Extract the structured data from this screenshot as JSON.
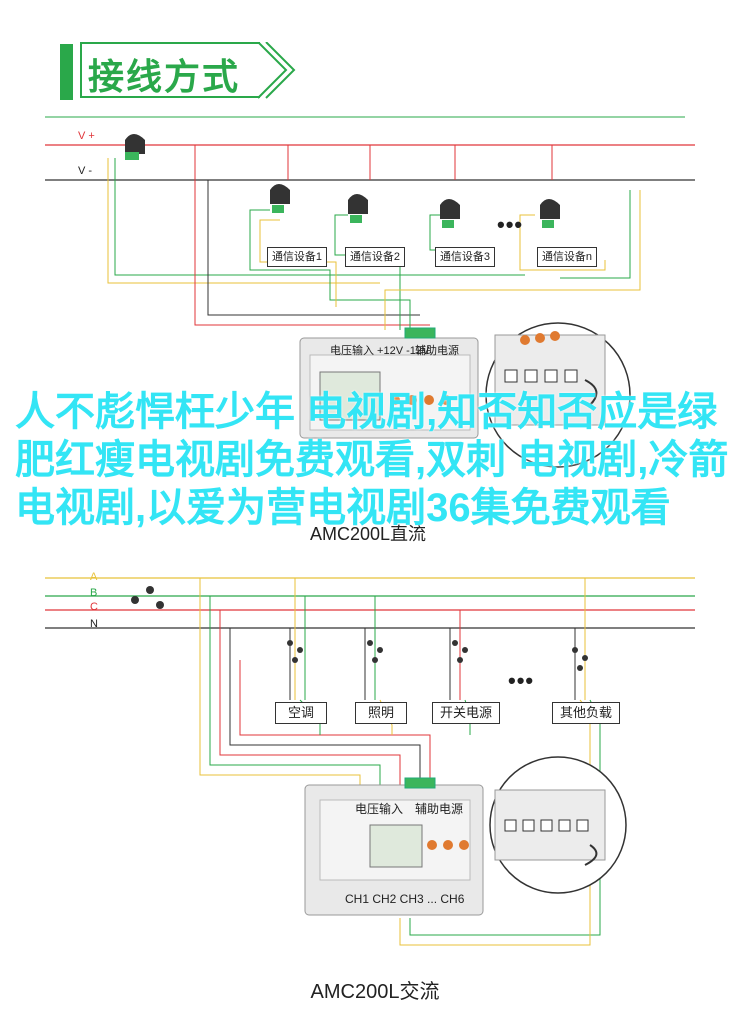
{
  "title": "接线方式",
  "lines_top": {
    "v_plus": "V +",
    "v_minus": "V -"
  },
  "comm_devices": [
    "通信设备1",
    "通信设备2",
    "通信设备3",
    "通信设备n"
  ],
  "device_top": {
    "label_power": "电压输入 +12V -12V",
    "label_aux": "辅助电源",
    "model": "AMC200L直流"
  },
  "lines_bottom": {
    "a": "A",
    "b": "B",
    "c": "C",
    "n": "N"
  },
  "loads": [
    "空调",
    "照明",
    "开关电源",
    "其他负载"
  ],
  "device_bottom": {
    "label_power": "电压输入",
    "label_aux": "辅助电源",
    "channels": "CH1 CH2 CH3 ... CH6"
  },
  "ellipsis": "•••",
  "overlay_text": "人不彪悍枉少年 电视剧,知否知否应是绿肥红瘦电视剧免费观看,双刺 电视剧,冷箭 电视剧,以爱为营电视剧36集免费观看",
  "caption": "AMC200L交流",
  "colors": {
    "accent": "#2aa84a",
    "red": "#e0363a",
    "yellow": "#e8c23a",
    "green": "#2aa84a",
    "overlay": "#33e5f5"
  }
}
